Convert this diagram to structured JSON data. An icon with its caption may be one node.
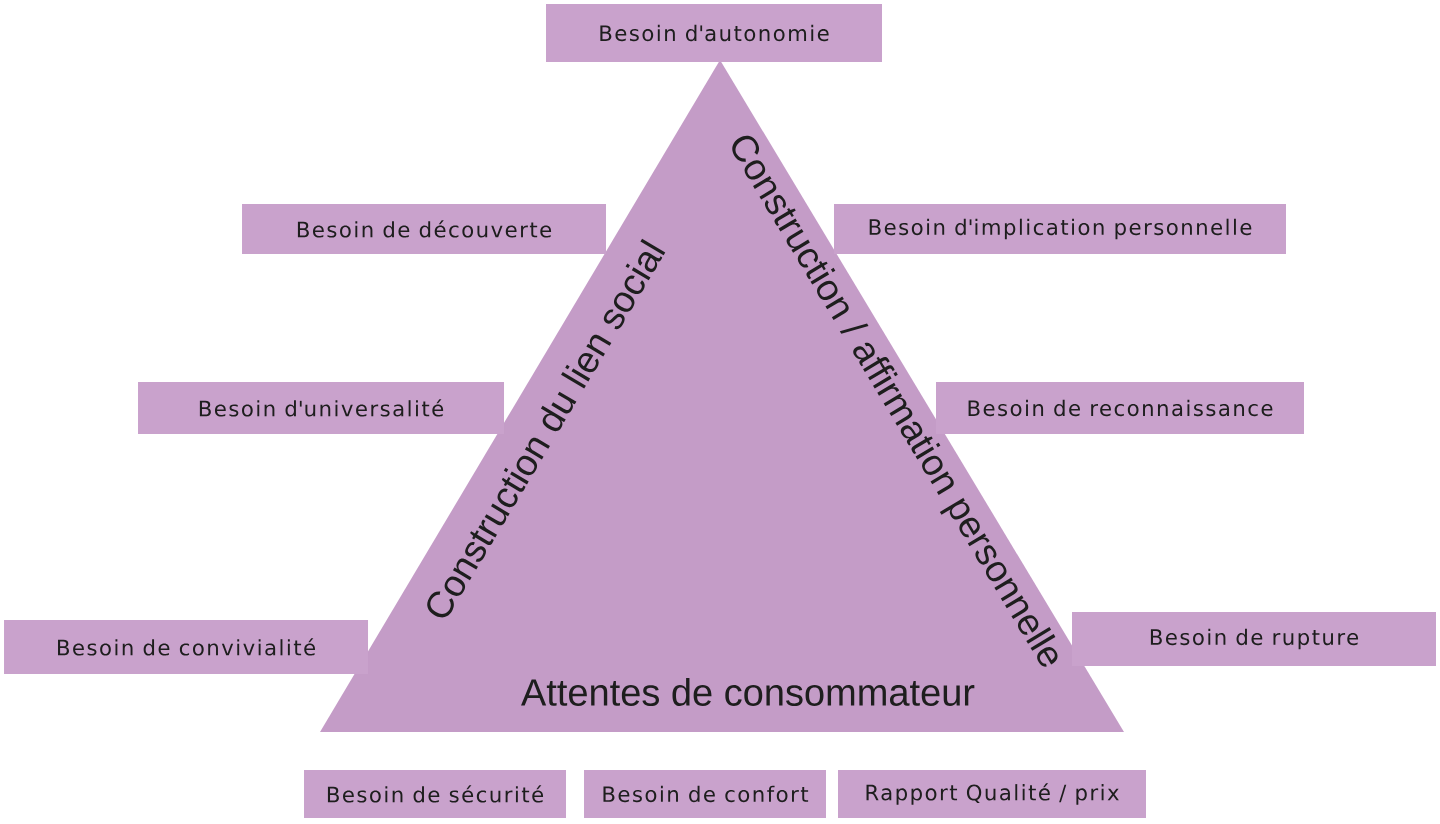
{
  "diagram": {
    "nodes": [
      {
        "text": [
          "Construction du lien social",
          "Construction / affirmation personnelle",
          "Attentes de consommateur"
        ]
      },
      {
        "text": [
          "Besoin d'autonomie"
        ]
      },
      {
        "text": [
          "Besoin de découverte"
        ]
      },
      {
        "text": [
          "Besoin d'implication personnelle"
        ]
      },
      {
        "text": [
          "Besoin d'universalité"
        ]
      },
      {
        "text": [
          "Besoin de reconnaissance"
        ]
      },
      {
        "text": [
          "Besoin de convivialité"
        ]
      },
      {
        "text": [
          "Besoin de rupture"
        ]
      },
      {
        "text": [
          "Besoin de sécurité"
        ]
      },
      {
        "text": [
          "Besoin de confort"
        ]
      },
      {
        "text": [
          "Rapport Qualité / prix"
        ]
      }
    ]
  }
}
